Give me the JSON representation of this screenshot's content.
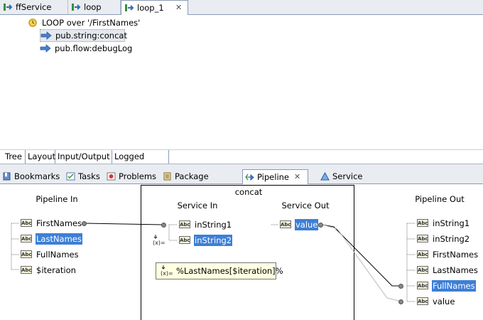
{
  "editor_tabs": [
    {
      "label": "ffService",
      "active": false
    },
    {
      "label": "loop",
      "active": false
    },
    {
      "label": "loop_1",
      "active": true
    }
  ],
  "tree": {
    "loop_label": "LOOP over '/FirstNames'",
    "steps": [
      "pub.string:concat",
      "pub.flow:debugLog"
    ]
  },
  "view_tabs": [
    "Tree",
    "Layout",
    "Input/Output",
    "Logged Fields"
  ],
  "panel_tabs": [
    "Bookmarks",
    "Tasks",
    "Problems",
    "Package Explorer",
    "Pipeline",
    "Service Result"
  ],
  "pipeline": {
    "pipeline_in_title": "Pipeline In",
    "pipeline_in_fields": [
      "FirstNames",
      "LastNames",
      "FullNames",
      "$iteration"
    ],
    "service_title": "concat",
    "service_in_title": "Service In",
    "service_in_fields": [
      "inString1",
      "inString2"
    ],
    "service_out_title": "Service Out",
    "service_out_fields": [
      "value"
    ],
    "pipeline_out_title": "Pipeline Out",
    "pipeline_out_fields": [
      "inString1",
      "inString2",
      "FirstNames",
      "LastNames",
      "FullNames",
      "value"
    ],
    "tooltip": "%LastNames[$iteration]%",
    "abc_icon": "Abc"
  },
  "colors": {
    "selection": "#3d7fd6",
    "tab_bar": "#e9ecf1",
    "tooltip_bg": "#ffffe1"
  }
}
